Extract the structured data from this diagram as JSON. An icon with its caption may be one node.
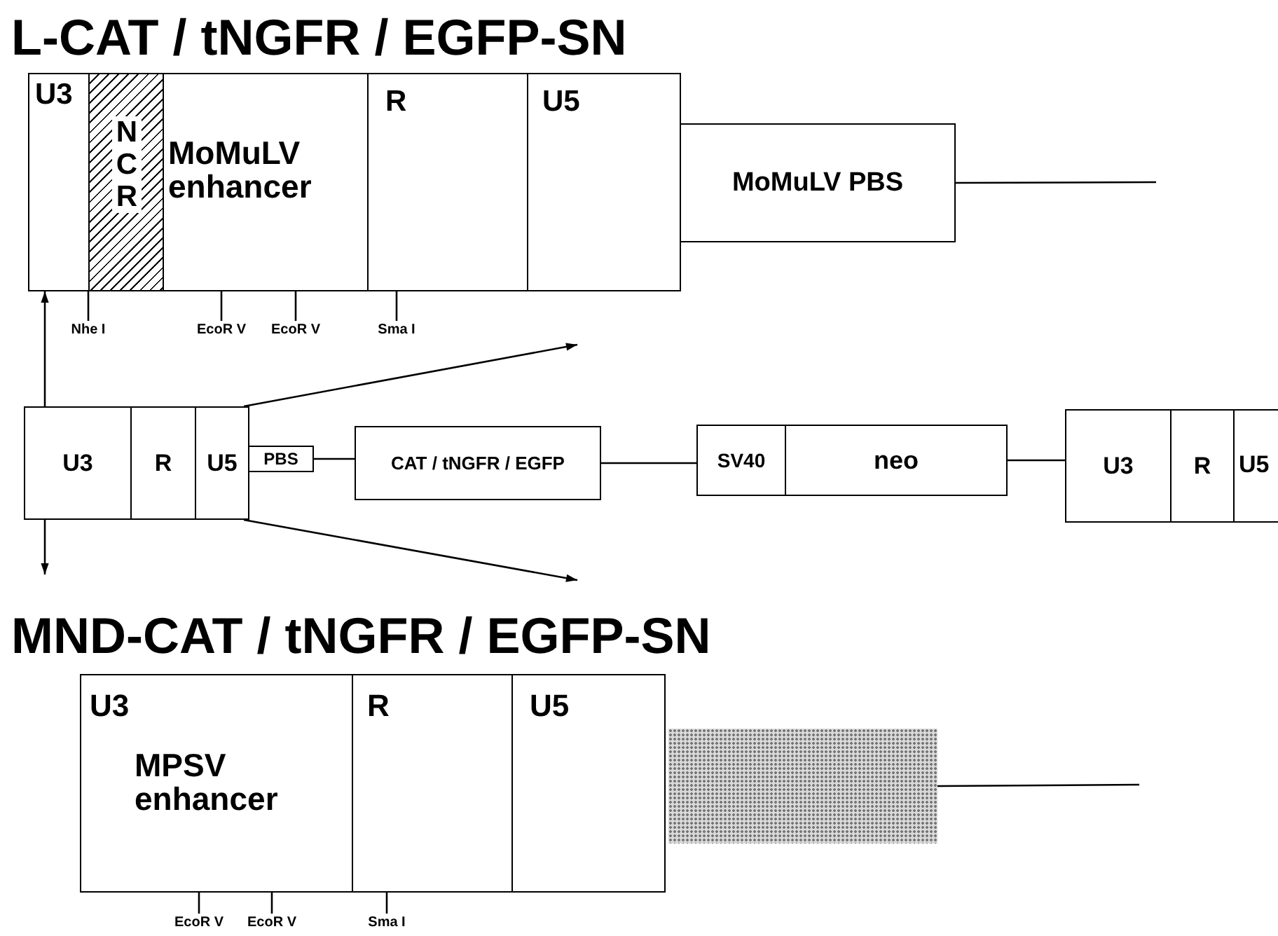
{
  "diagram": {
    "nodes": [
      {
        "text": [
          "U3"
        ]
      },
      {
        "text": [
          "NCR"
        ]
      },
      {
        "text": [
          "MoMuLV enhancer"
        ]
      },
      {
        "text": [
          "R"
        ]
      },
      {
        "text": [
          "U5"
        ]
      },
      {
        "text": [
          "MoMuLV PBS"
        ]
      },
      {
        "text": [
          "U3"
        ]
      },
      {
        "text": [
          "R"
        ]
      },
      {
        "text": [
          "U5"
        ]
      },
      {
        "text": [
          "PBS"
        ]
      },
      {
        "text": [
          "CAT / tNGFR / EGFP"
        ]
      },
      {
        "text": [
          "SV40"
        ]
      },
      {
        "text": [
          "neo"
        ]
      },
      {
        "text": [
          "U3"
        ]
      },
      {
        "text": [
          "R"
        ]
      },
      {
        "text": [
          "U5"
        ]
      },
      {
        "text": [
          "U3",
          "MPSV enhancer"
        ]
      },
      {
        "text": [
          "R"
        ]
      },
      {
        "text": [
          "U5"
        ]
      },
      {
        "text": [],
        "shape": "box"
      },
      {
        "text": [
          "Nhe I"
        ]
      },
      {
        "text": [
          "EcoR V"
        ]
      },
      {
        "text": [
          "EcoR V"
        ]
      },
      {
        "text": [
          "Sma I"
        ]
      },
      {
        "text": [
          "EcoR V"
        ]
      },
      {
        "text": [
          "EcoR V"
        ]
      },
      {
        "text": [
          "Sma I"
        ]
      }
    ],
    "edges": [
      {
        "from": 5,
        "to": null,
        "arrow": "none"
      },
      {
        "from": 9,
        "to": 10,
        "arrow": "none"
      },
      {
        "from": 10,
        "to": 11,
        "arrow": "none"
      },
      {
        "from": 12,
        "to": 13,
        "arrow": "none"
      },
      {
        "from": 19,
        "to": null,
        "arrow": "none"
      },
      {
        "from": 6,
        "to": 0,
        "arrow": "to"
      },
      {
        "from": 6,
        "to": null,
        "arrow": "to"
      },
      {
        "from": 8,
        "to": null,
        "arrow": "to"
      },
      {
        "from": 8,
        "to": null,
        "arrow": "to"
      },
      {
        "from": 20,
        "to": 0,
        "arrow": "none"
      },
      {
        "from": 21,
        "to": 2,
        "arrow": "none"
      },
      {
        "from": 22,
        "to": 2,
        "arrow": "none"
      },
      {
        "from": 23,
        "to": 3,
        "arrow": "none"
      },
      {
        "from": 24,
        "to": 16,
        "arrow": "none"
      },
      {
        "from": 25,
        "to": 16,
        "arrow": "none"
      },
      {
        "from": 26,
        "to": 17,
        "arrow": "none"
      }
    ],
    "labels": [
      "L-CAT / tNGFR / EGFP-SN",
      "MND-CAT / tNGFR / EGFP-SN"
    ]
  }
}
